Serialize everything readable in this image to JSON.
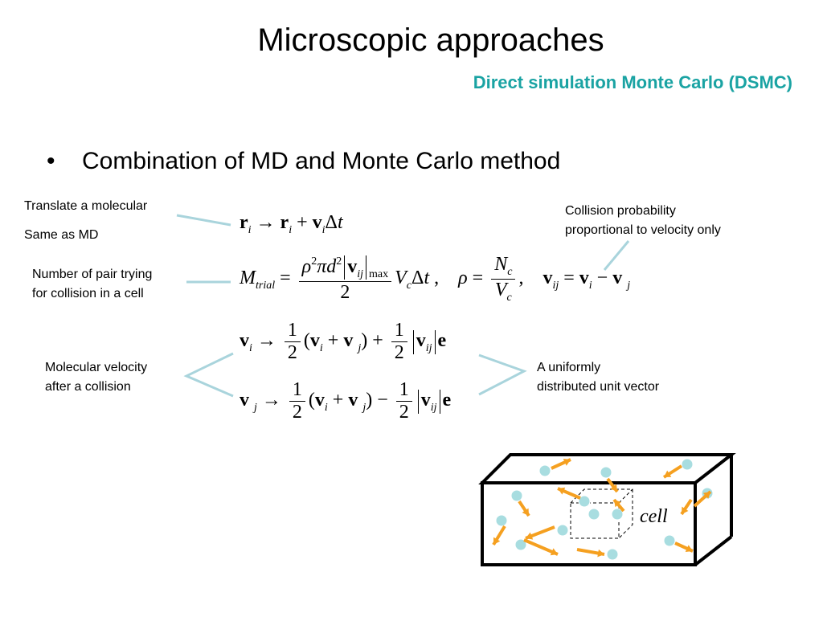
{
  "slide": {
    "title": "Microscopic approaches",
    "subtitle": "Direct simulation Monte Carlo (DSMC)",
    "bullet_symbol": "•",
    "bullet": "Combination of MD and Monte Carlo method"
  },
  "notes": {
    "translate": "Translate a molecular",
    "same_as_md": "Same as MD",
    "pair_line1": "Number of pair trying",
    "pair_line2": "for collision in a cell",
    "velocity_line1": "Molecular velocity",
    "velocity_line2": "after a collision",
    "collision_line1": "Collision probability",
    "collision_line2": "proportional to velocity only",
    "unit_line1": "A uniformly",
    "unit_line2": "distributed unit vector"
  },
  "diagram": {
    "cell_label": "cell",
    "particle_color": "#a8dde0",
    "arrow_color": "#f5a020",
    "pointer_color": "#a9d4dc"
  }
}
